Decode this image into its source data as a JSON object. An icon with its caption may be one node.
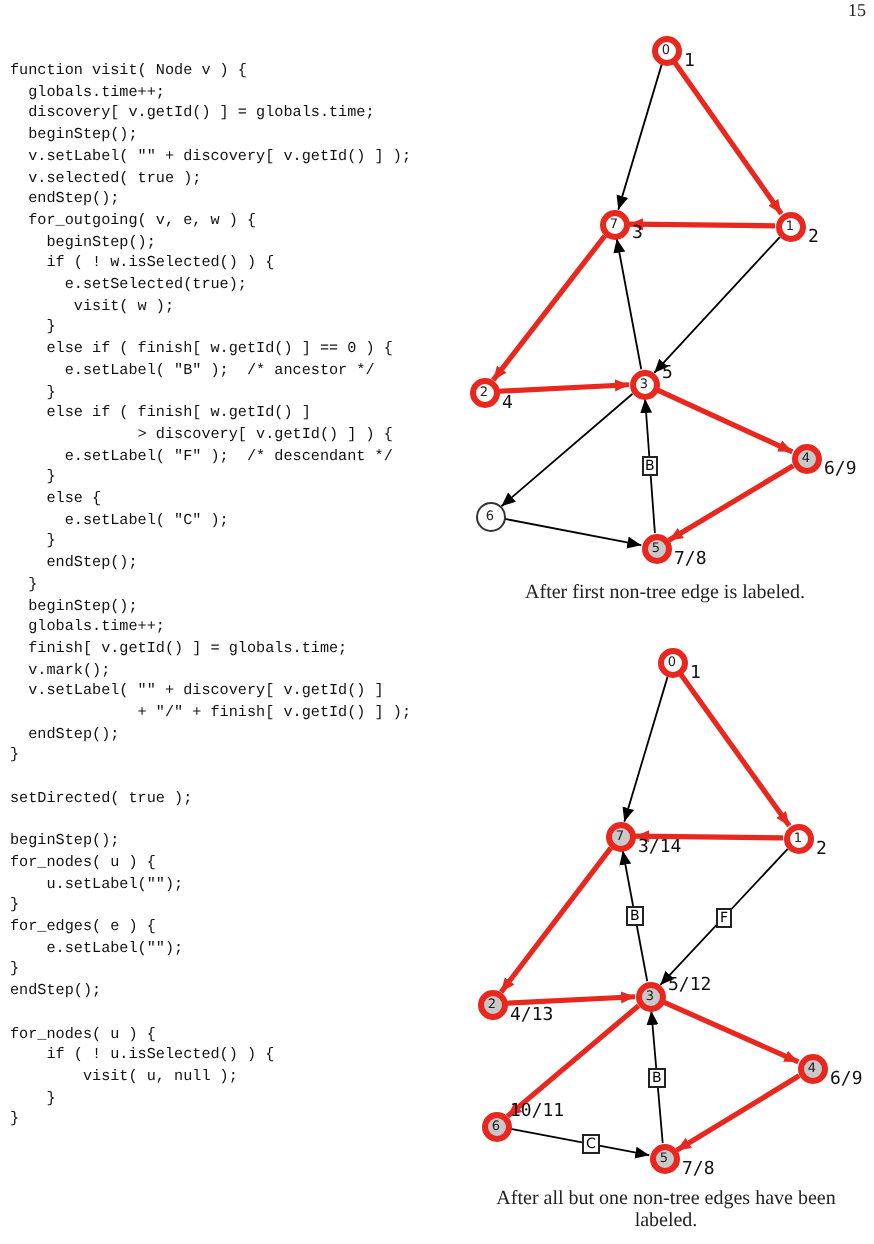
{
  "diagram": {
    "nodes": [
      {
        "text": [
          "0"
        ],
        "beside": [
          "1"
        ]
      },
      {
        "text": [
          "7"
        ],
        "beside": [
          "3"
        ]
      },
      {
        "text": [
          "1"
        ],
        "beside": [
          "2"
        ]
      },
      {
        "text": [
          "2"
        ],
        "beside": [
          "4"
        ]
      },
      {
        "text": [
          "3"
        ],
        "beside": [
          "5"
        ]
      },
      {
        "text": [
          "4"
        ],
        "beside": [
          "6/9"
        ]
      },
      {
        "text": [
          "6"
        ]
      },
      {
        "text": [
          "5"
        ],
        "beside": [
          "7/8"
        ]
      },
      {
        "text": [
          "0"
        ],
        "beside": [
          "1"
        ]
      },
      {
        "text": [
          "7"
        ],
        "beside": [
          "3/14"
        ]
      },
      {
        "text": [
          "1"
        ],
        "beside": [
          "2"
        ]
      },
      {
        "text": [
          "2"
        ],
        "beside": [
          "4/13"
        ]
      },
      {
        "text": [
          "3"
        ],
        "beside": [
          "5/12"
        ]
      },
      {
        "text": [
          "4"
        ],
        "beside": [
          "6/9"
        ]
      },
      {
        "text": [
          "6"
        ],
        "beside": [
          "10/11"
        ]
      },
      {
        "text": [
          "5"
        ],
        "beside": [
          "7/8"
        ]
      }
    ],
    "edges": [
      {
        "from": 0,
        "to": 1,
        "arrow": "to",
        "color": "#000000"
      },
      {
        "from": 0,
        "to": 2,
        "arrow": "to"
      },
      {
        "from": 2,
        "to": 1,
        "arrow": "to"
      },
      {
        "from": 2,
        "to": 4,
        "arrow": "to",
        "color": "#000000"
      },
      {
        "from": 1,
        "to": 3,
        "arrow": "to"
      },
      {
        "from": 3,
        "to": 4,
        "arrow": "to"
      },
      {
        "from": 4,
        "to": 1,
        "arrow": "to",
        "color": "#000000"
      },
      {
        "from": 4,
        "to": 5,
        "arrow": "to"
      },
      {
        "from": 4,
        "to": 6,
        "arrow": "to",
        "color": "#000000"
      },
      {
        "from": 6,
        "to": 7,
        "arrow": "to",
        "color": "#000000"
      },
      {
        "from": 5,
        "to": 7,
        "arrow": "to"
      },
      {
        "from": 7,
        "to": 4,
        "arrow": "to",
        "label": "B",
        "color": "#000000"
      },
      {
        "from": 8,
        "to": 9,
        "arrow": "to",
        "color": "#000000"
      },
      {
        "from": 8,
        "to": 10,
        "arrow": "to"
      },
      {
        "from": 10,
        "to": 9,
        "arrow": "to"
      },
      {
        "from": 10,
        "to": 12,
        "arrow": "to",
        "label": "F",
        "color": "#000000"
      },
      {
        "from": 9,
        "to": 11,
        "arrow": "to"
      },
      {
        "from": 11,
        "to": 12,
        "arrow": "to"
      },
      {
        "from": 12,
        "to": 9,
        "arrow": "to",
        "label": "B",
        "color": "#000000"
      },
      {
        "from": 12,
        "to": 13,
        "arrow": "to"
      },
      {
        "from": 12,
        "to": 14,
        "arrow": "to"
      },
      {
        "from": 14,
        "to": 15,
        "arrow": "to",
        "label": "C",
        "color": "#000000"
      },
      {
        "from": 13,
        "to": 15,
        "arrow": "to"
      },
      {
        "from": 15,
        "to": 12,
        "arrow": "to",
        "label": "B",
        "color": "#000000"
      }
    ],
    "labels": [
      "15",
      "function visit( Node v ) {",
      "  globals.time++;",
      "  discovery[ v.getId() ] = globals.time;",
      "  beginStep();",
      "  v.setLabel( \"\" + discovery[ v.getId() ] );",
      "  v.selected( true );",
      "  endStep();",
      "  for_outgoing( v, e, w ) {",
      "    beginStep();",
      "    if ( ! w.isSelected() ) {",
      "      e.setSelected(true);",
      "       visit( w );",
      "    }",
      "    else if ( finish[ w.getId() ] == 0 ) {",
      "      e.setLabel( \"B\" );  /* ancestor */",
      "    }",
      "    else if ( finish[ w.getId() ]",
      "              > discovery[ v.getId() ] ) {",
      "      e.setLabel( \"F\" );  /* descendant */",
      "    }",
      "    else {",
      "      e.setLabel( \"C\" );",
      "    }",
      "    endStep();",
      "  }",
      "  beginStep();",
      "  globals.time++;",
      "  finish[ v.getId() ] = globals.time;",
      "  v.mark();",
      "  v.setLabel( \"\" + discovery[ v.getId() ]",
      "              + \"/\" + finish[ v.getId() ] );",
      "  endStep();",
      "}",
      "setDirected( true );",
      "beginStep();",
      "for_nodes( u ) {",
      "    u.setLabel(\"\");",
      "}",
      "for_edges( e ) {",
      "    e.setLabel(\"\");",
      "}",
      "endStep();",
      "for_nodes( u ) {",
      "    if ( ! u.isSelected() ) {",
      "        visit( u, null );",
      "    }",
      "}",
      "After first non-tree edge is labeled.",
      "After all but one non-tree edges have been labeled."
    ]
  }
}
